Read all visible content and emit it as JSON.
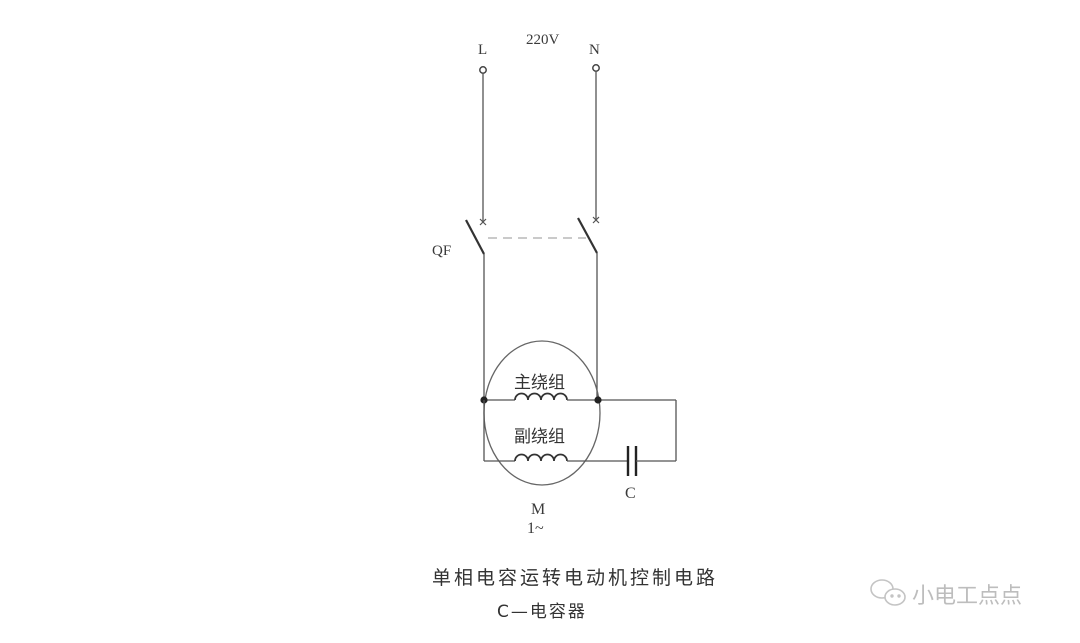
{
  "diagram": {
    "supply": {
      "voltage_label": "220V",
      "line_label": "L",
      "neutral_label": "N"
    },
    "breaker": {
      "label": "QF"
    },
    "motor": {
      "main_winding_label": "主绕组",
      "aux_winding_label": "副绕组",
      "motor_label": "M",
      "phase_label": "1~"
    },
    "capacitor": {
      "label": "C"
    },
    "caption": {
      "title": "单相电容运转电动机控制电路",
      "legend": "C—电容器"
    },
    "watermark": {
      "text": "小电工点点",
      "icon": "wechat-icon"
    },
    "colors": {
      "line": "#555555",
      "text": "#333333",
      "watermark": "#bdbdbd",
      "background": "#ffffff"
    }
  }
}
